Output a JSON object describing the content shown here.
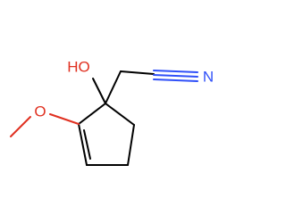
{
  "molecule": {
    "atoms": {
      "hydroxyl": {
        "label": "HO",
        "color": "#e03020"
      },
      "methoxy_oxygen": {
        "label": "O",
        "color": "#e03020"
      },
      "nitrile_nitrogen": {
        "label": "N",
        "color": "#3050f8"
      }
    },
    "bond_color": "#000000"
  }
}
